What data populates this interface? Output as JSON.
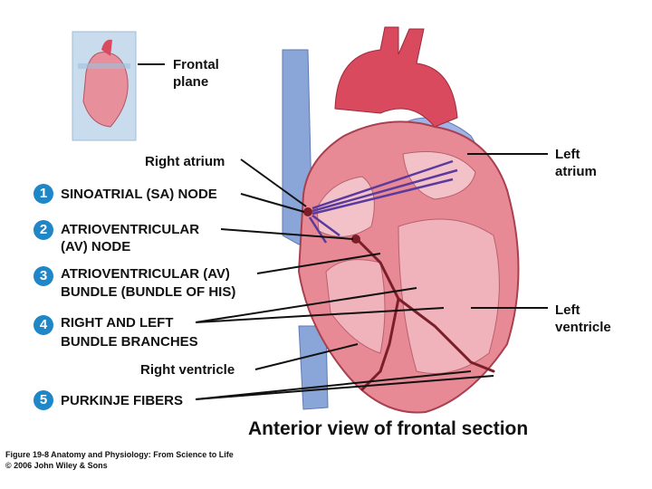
{
  "labels": {
    "frontal_plane": "Frontal plane",
    "right_atrium": "Right atrium",
    "left_atrium": "Left atrium",
    "left_ventricle": "Left ventricle",
    "right_ventricle": "Right ventricle"
  },
  "steps": [
    {
      "number": "1",
      "text": "SINOATRIAL (SA) NODE"
    },
    {
      "number": "2",
      "text_line1": "ATRIOVENTRICULAR",
      "text_line2": "(AV) NODE"
    },
    {
      "number": "3",
      "text_line1": "ATRIOVENTRICULAR (AV)",
      "text_line2": "BUNDLE (BUNDLE OF HIS)"
    },
    {
      "number": "4",
      "text_line1": "RIGHT AND LEFT",
      "text_line2": "BUNDLE BRANCHES"
    },
    {
      "number": "5",
      "text": "PURKINJE FIBERS"
    }
  ],
  "title": "Anterior view of frontal section",
  "credit": {
    "line1": "Figure 19-8 Anatomy and Physiology: From Science to Life",
    "line2": "© 2006 John Wiley & Sons"
  },
  "colors": {
    "badge": "#1f86c8",
    "heart_tissue": "#e88a95",
    "vessel_blue": "#8aa6d8",
    "artery_red": "#d94a5e",
    "conduction_dark": "#7a1f2a",
    "signal_arrows": "#5b3a9e"
  }
}
